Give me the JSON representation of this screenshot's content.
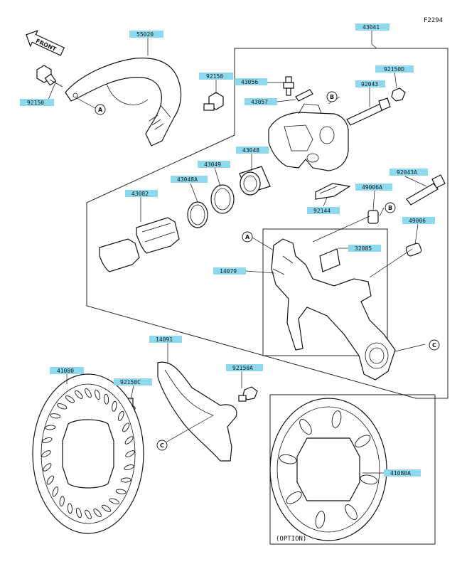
{
  "figure_code": "F2294",
  "front_label": "FRONT",
  "option_label": "(OPTION)",
  "colors": {
    "label_fill": "#8fd9ef",
    "line": "#111111"
  },
  "parts": [
    {
      "id": "p-55020",
      "number": "55020"
    },
    {
      "id": "p-92150",
      "number": "92150"
    },
    {
      "id": "p-92150-b",
      "number": "92150"
    },
    {
      "id": "p-43041",
      "number": "43041"
    },
    {
      "id": "p-43056",
      "number": "43056"
    },
    {
      "id": "p-43057",
      "number": "43057"
    },
    {
      "id": "p-92150d",
      "number": "92150D"
    },
    {
      "id": "p-92043",
      "number": "92043"
    },
    {
      "id": "p-43048",
      "number": "43048"
    },
    {
      "id": "p-43049",
      "number": "43049"
    },
    {
      "id": "p-43048a",
      "number": "43048A"
    },
    {
      "id": "p-43082",
      "number": "43082"
    },
    {
      "id": "p-92043a",
      "number": "92043A"
    },
    {
      "id": "p-49006a",
      "number": "49006A"
    },
    {
      "id": "p-92144",
      "number": "92144"
    },
    {
      "id": "p-49006",
      "number": "49006"
    },
    {
      "id": "p-32085",
      "number": "32085"
    },
    {
      "id": "p-14079",
      "number": "14079"
    },
    {
      "id": "p-14091",
      "number": "14091"
    },
    {
      "id": "p-41080",
      "number": "41080"
    },
    {
      "id": "p-92150c",
      "number": "92150C"
    },
    {
      "id": "p-92150a",
      "number": "92150A"
    },
    {
      "id": "p-41080a",
      "number": "41080A"
    }
  ],
  "refs": {
    "a1": "A",
    "a2": "A",
    "b1": "B",
    "b2": "B",
    "c1": "C",
    "c2": "C"
  }
}
